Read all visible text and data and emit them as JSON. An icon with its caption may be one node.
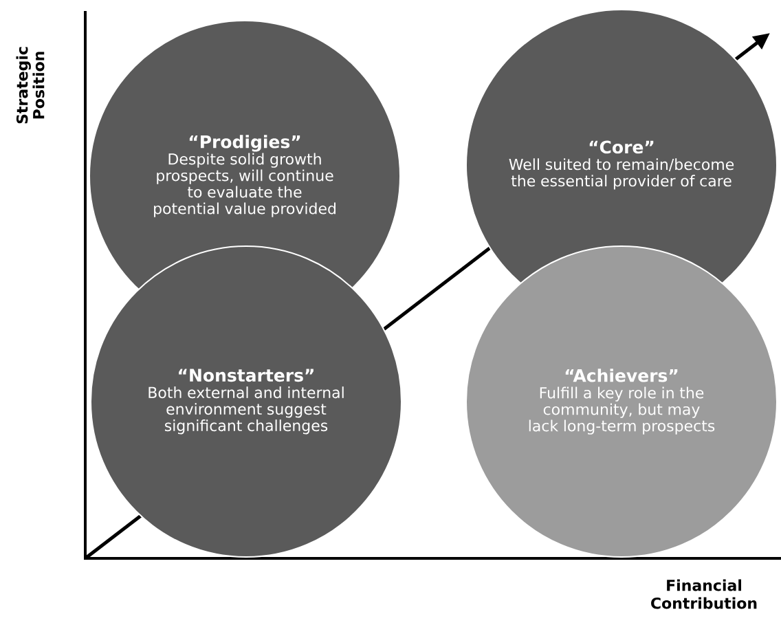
{
  "diagram": {
    "nodes": [
      {
        "text": [
          "“Prodigies”",
          "Despite solid growth prospects, will continue to evaluate the potential value provided"
        ]
      },
      {
        "text": [
          "“Core”",
          "Well suited to remain/become the essential provider of care"
        ]
      },
      {
        "text": [
          "“Nonstarters”",
          "Both external and internal environment suggest significant challenges"
        ]
      },
      {
        "text": [
          "“Achievers”",
          "Fulfill a key role in the community, but may lack long-term prospects"
        ]
      }
    ],
    "labels": [
      "Strategic Position",
      "Financial Contribution"
    ]
  }
}
